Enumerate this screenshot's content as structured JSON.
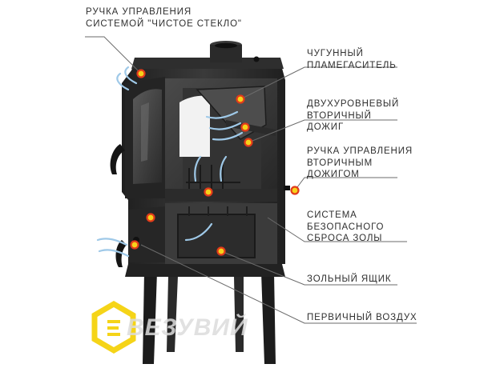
{
  "labels": {
    "glass_handle": [
      "РУЧКА УПРАВЛЕНИЯ",
      "СИСТЕМОЙ \"ЧИСТОЕ СТЕКЛО\""
    ],
    "flame_deflector": [
      "ЧУГУННЫЙ",
      "ПЛАМЕГАСИТЕЛЬ"
    ],
    "afterburn": [
      "ДВУХУРОВНЕВЫЙ",
      "ВТОРИЧНЫЙ",
      "ДОЖИГ"
    ],
    "secondary_handle": [
      "РУЧКА УПРАВЛЕНИЯ",
      "ВТОРИЧНЫМ",
      "ДОЖИГОМ"
    ],
    "ash_system": [
      "СИСТЕМА",
      "БЕЗОПАСНОГО",
      "СБРОСА ЗОЛЫ"
    ],
    "ash_box": "ЗОЛЬНЫЙ ЯЩИК",
    "primary_air": "ПЕРВИЧНЫЙ ВОЗДУХ"
  },
  "brand": "ВЕЗУВИЙ",
  "colors": {
    "stove_body": "#2b2b2b",
    "stove_dark": "#1a1a1a",
    "interior": "#3a3a3a",
    "leader_line": "#6b6b6b",
    "marker_ring": "#e23b1b",
    "marker_fill": "#f7d21a",
    "airflow": "#9fc9e8",
    "logo_yellow": "#f5d000"
  },
  "icons": [
    "airflow-arrow-icon",
    "hotspot-marker-icon",
    "brand-logo-icon"
  ]
}
